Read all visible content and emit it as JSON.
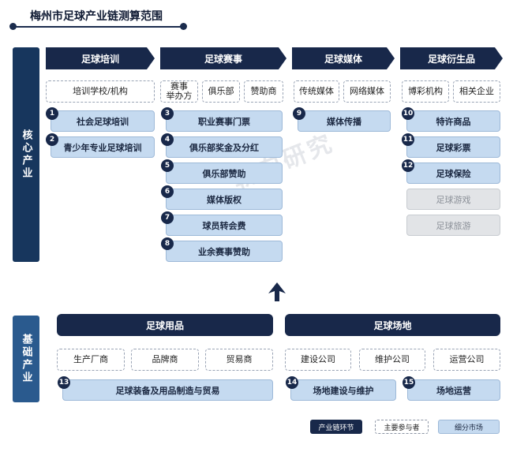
{
  "title": "梅州市足球产业链测算范围",
  "sections": {
    "core": "核心产业",
    "base": "基础产业"
  },
  "core_chains": {
    "training": {
      "header": "足球培训",
      "players": [
        "培训学校/机构"
      ],
      "segments": [
        {
          "num": "1",
          "label": "社会足球培训"
        },
        {
          "num": "2",
          "label": "青少年专业足球培训"
        }
      ]
    },
    "events": {
      "header": "足球赛事",
      "players": [
        "赛事\n举办方",
        "俱乐部",
        "赞助商"
      ],
      "segments": [
        {
          "num": "3",
          "label": "职业赛事门票"
        },
        {
          "num": "4",
          "label": "俱乐部奖金及分红"
        },
        {
          "num": "5",
          "label": "俱乐部赞助"
        },
        {
          "num": "6",
          "label": "媒体版权"
        },
        {
          "num": "7",
          "label": "球员转会费"
        },
        {
          "num": "8",
          "label": "业余赛事赞助"
        }
      ]
    },
    "media": {
      "header": "足球媒体",
      "players": [
        "传统媒体",
        "网络媒体"
      ],
      "segments": [
        {
          "num": "9",
          "label": "媒体传播"
        }
      ]
    },
    "derivatives": {
      "header": "足球衍生品",
      "players": [
        "博彩机构",
        "相关企业"
      ],
      "segments": [
        {
          "num": "10",
          "label": "特许商品"
        },
        {
          "num": "11",
          "label": "足球彩票"
        },
        {
          "num": "12",
          "label": "足球保险"
        }
      ],
      "excluded": [
        "足球游戏",
        "足球旅游"
      ]
    }
  },
  "base_chains": {
    "goods": {
      "header": "足球用品",
      "players": [
        "生产厂商",
        "品牌商",
        "贸易商"
      ],
      "segments": [
        {
          "num": "13",
          "label": "足球装备及用品制造与贸易"
        }
      ]
    },
    "venues": {
      "header": "足球场地",
      "players": [
        "建设公司",
        "维护公司",
        "运营公司"
      ],
      "segments": [
        {
          "num": "14",
          "label": "场地建设与维护"
        },
        {
          "num": "15",
          "label": "场地运营"
        }
      ]
    }
  },
  "watermark": "朝向研究",
  "legend": {
    "chain": "产业链环节",
    "players": "主要参与者",
    "segment": "细分市场"
  },
  "colors": {
    "dark_navy": "#18284a",
    "side_navy": "#17365d",
    "segment_blue": "#c5daf0",
    "excluded_grey": "#e2e4e7"
  }
}
